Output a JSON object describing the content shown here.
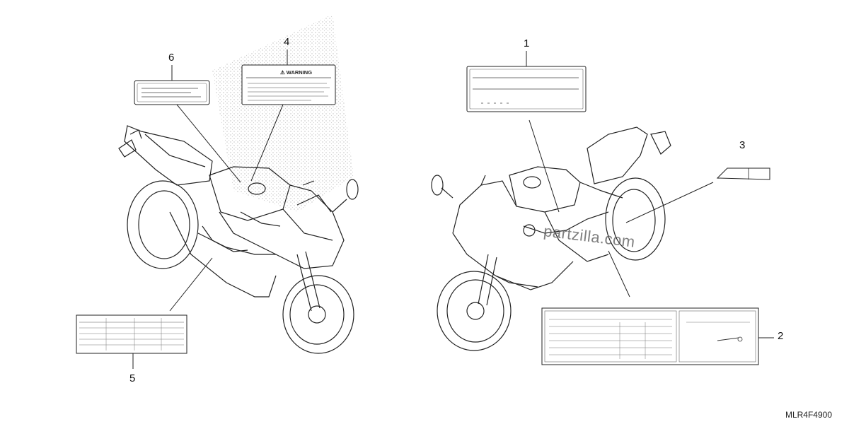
{
  "callouts": [
    {
      "id": "1",
      "label": "1"
    },
    {
      "id": "2",
      "label": "2"
    },
    {
      "id": "3",
      "label": "3"
    },
    {
      "id": "4",
      "label": "4"
    },
    {
      "id": "5",
      "label": "5"
    },
    {
      "id": "6",
      "label": "6"
    }
  ],
  "warning_label_text": "⚠ WARNING",
  "watermark": "partzilla.com",
  "diagram_code": "MLR4F4900",
  "colors": {
    "line": "#222222",
    "stipple": "#cfcfcf"
  }
}
